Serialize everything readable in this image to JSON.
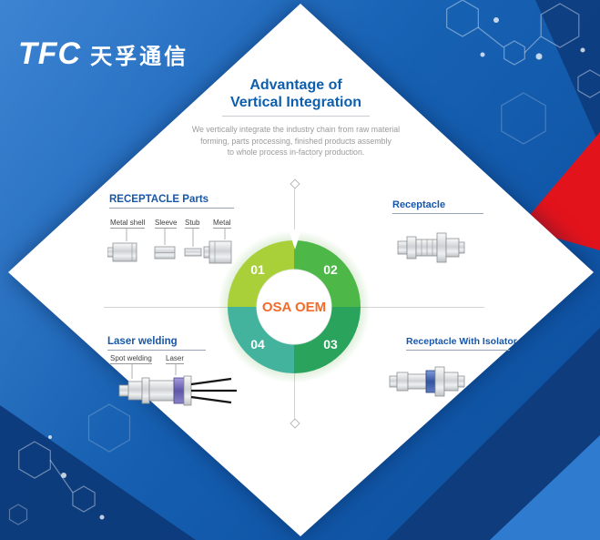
{
  "logo": {
    "text": "TFC",
    "chinese": "天孚通信"
  },
  "title": {
    "line1": "Advantage of",
    "line2": "Vertical Integration"
  },
  "description": {
    "line1": "We vertically integrate the industry chain from raw material",
    "line2": "forming, parts processing, finished products assembly",
    "line3": "to whole process in-factory production."
  },
  "cycle": {
    "center": "OSA OEM",
    "steps": [
      {
        "number": "01",
        "color": "#a9cf39"
      },
      {
        "number": "02",
        "color": "#4db848"
      },
      {
        "number": "03",
        "color": "#2aa45c"
      },
      {
        "number": "04",
        "color": "#44b39e"
      }
    ]
  },
  "sections": {
    "receptacle_parts": {
      "title": "RECEPTACLE Parts",
      "labels": [
        "Metal shell",
        "Sleeve",
        "Stub",
        "Metal"
      ]
    },
    "receptacle": {
      "title": "Receptacle"
    },
    "laser_welding": {
      "title": "Laser welding",
      "labels": [
        "Spot welding",
        "Laser"
      ]
    },
    "receptacle_isolator": {
      "title": "Receptacle With Isolator"
    }
  },
  "colors": {
    "accent_red": "#e3131b",
    "title_blue": "#0d5fad",
    "section_blue": "#1857a8",
    "center_orange": "#f26b2a",
    "background_blue": "#1660b2"
  }
}
